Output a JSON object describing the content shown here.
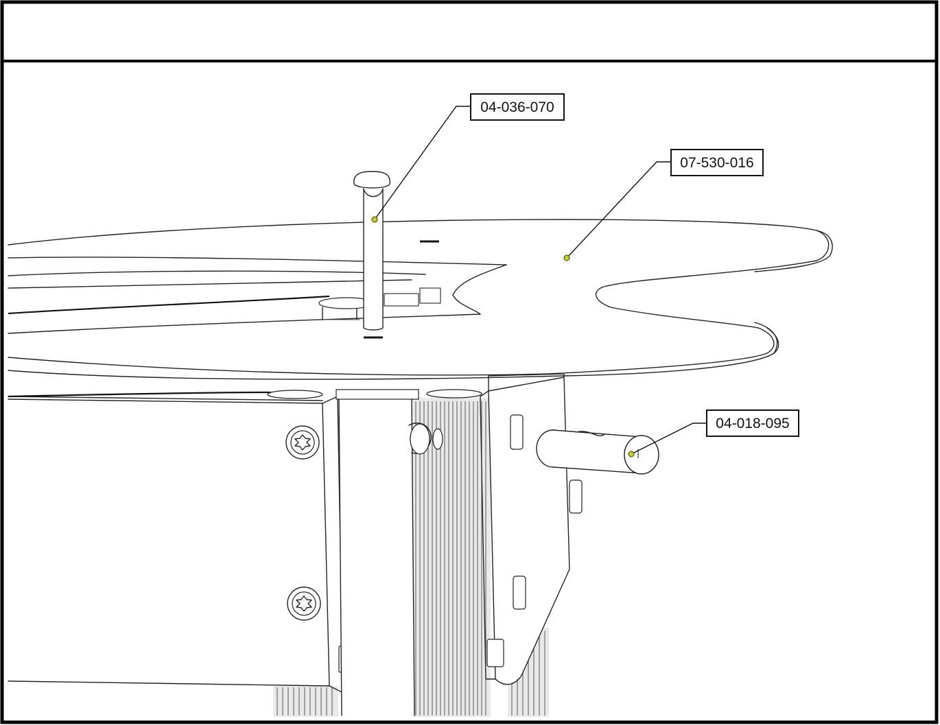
{
  "drawing": {
    "header_text": "",
    "colors": {
      "border": "#000000",
      "leader_dot": "#c8d400",
      "line": "#222222",
      "background": "#ffffff"
    },
    "callouts": [
      {
        "id": "pin",
        "part_number": "04-036-070"
      },
      {
        "id": "plate",
        "part_number": "07-530-016"
      },
      {
        "id": "rod",
        "part_number": "04-018-095"
      }
    ]
  }
}
